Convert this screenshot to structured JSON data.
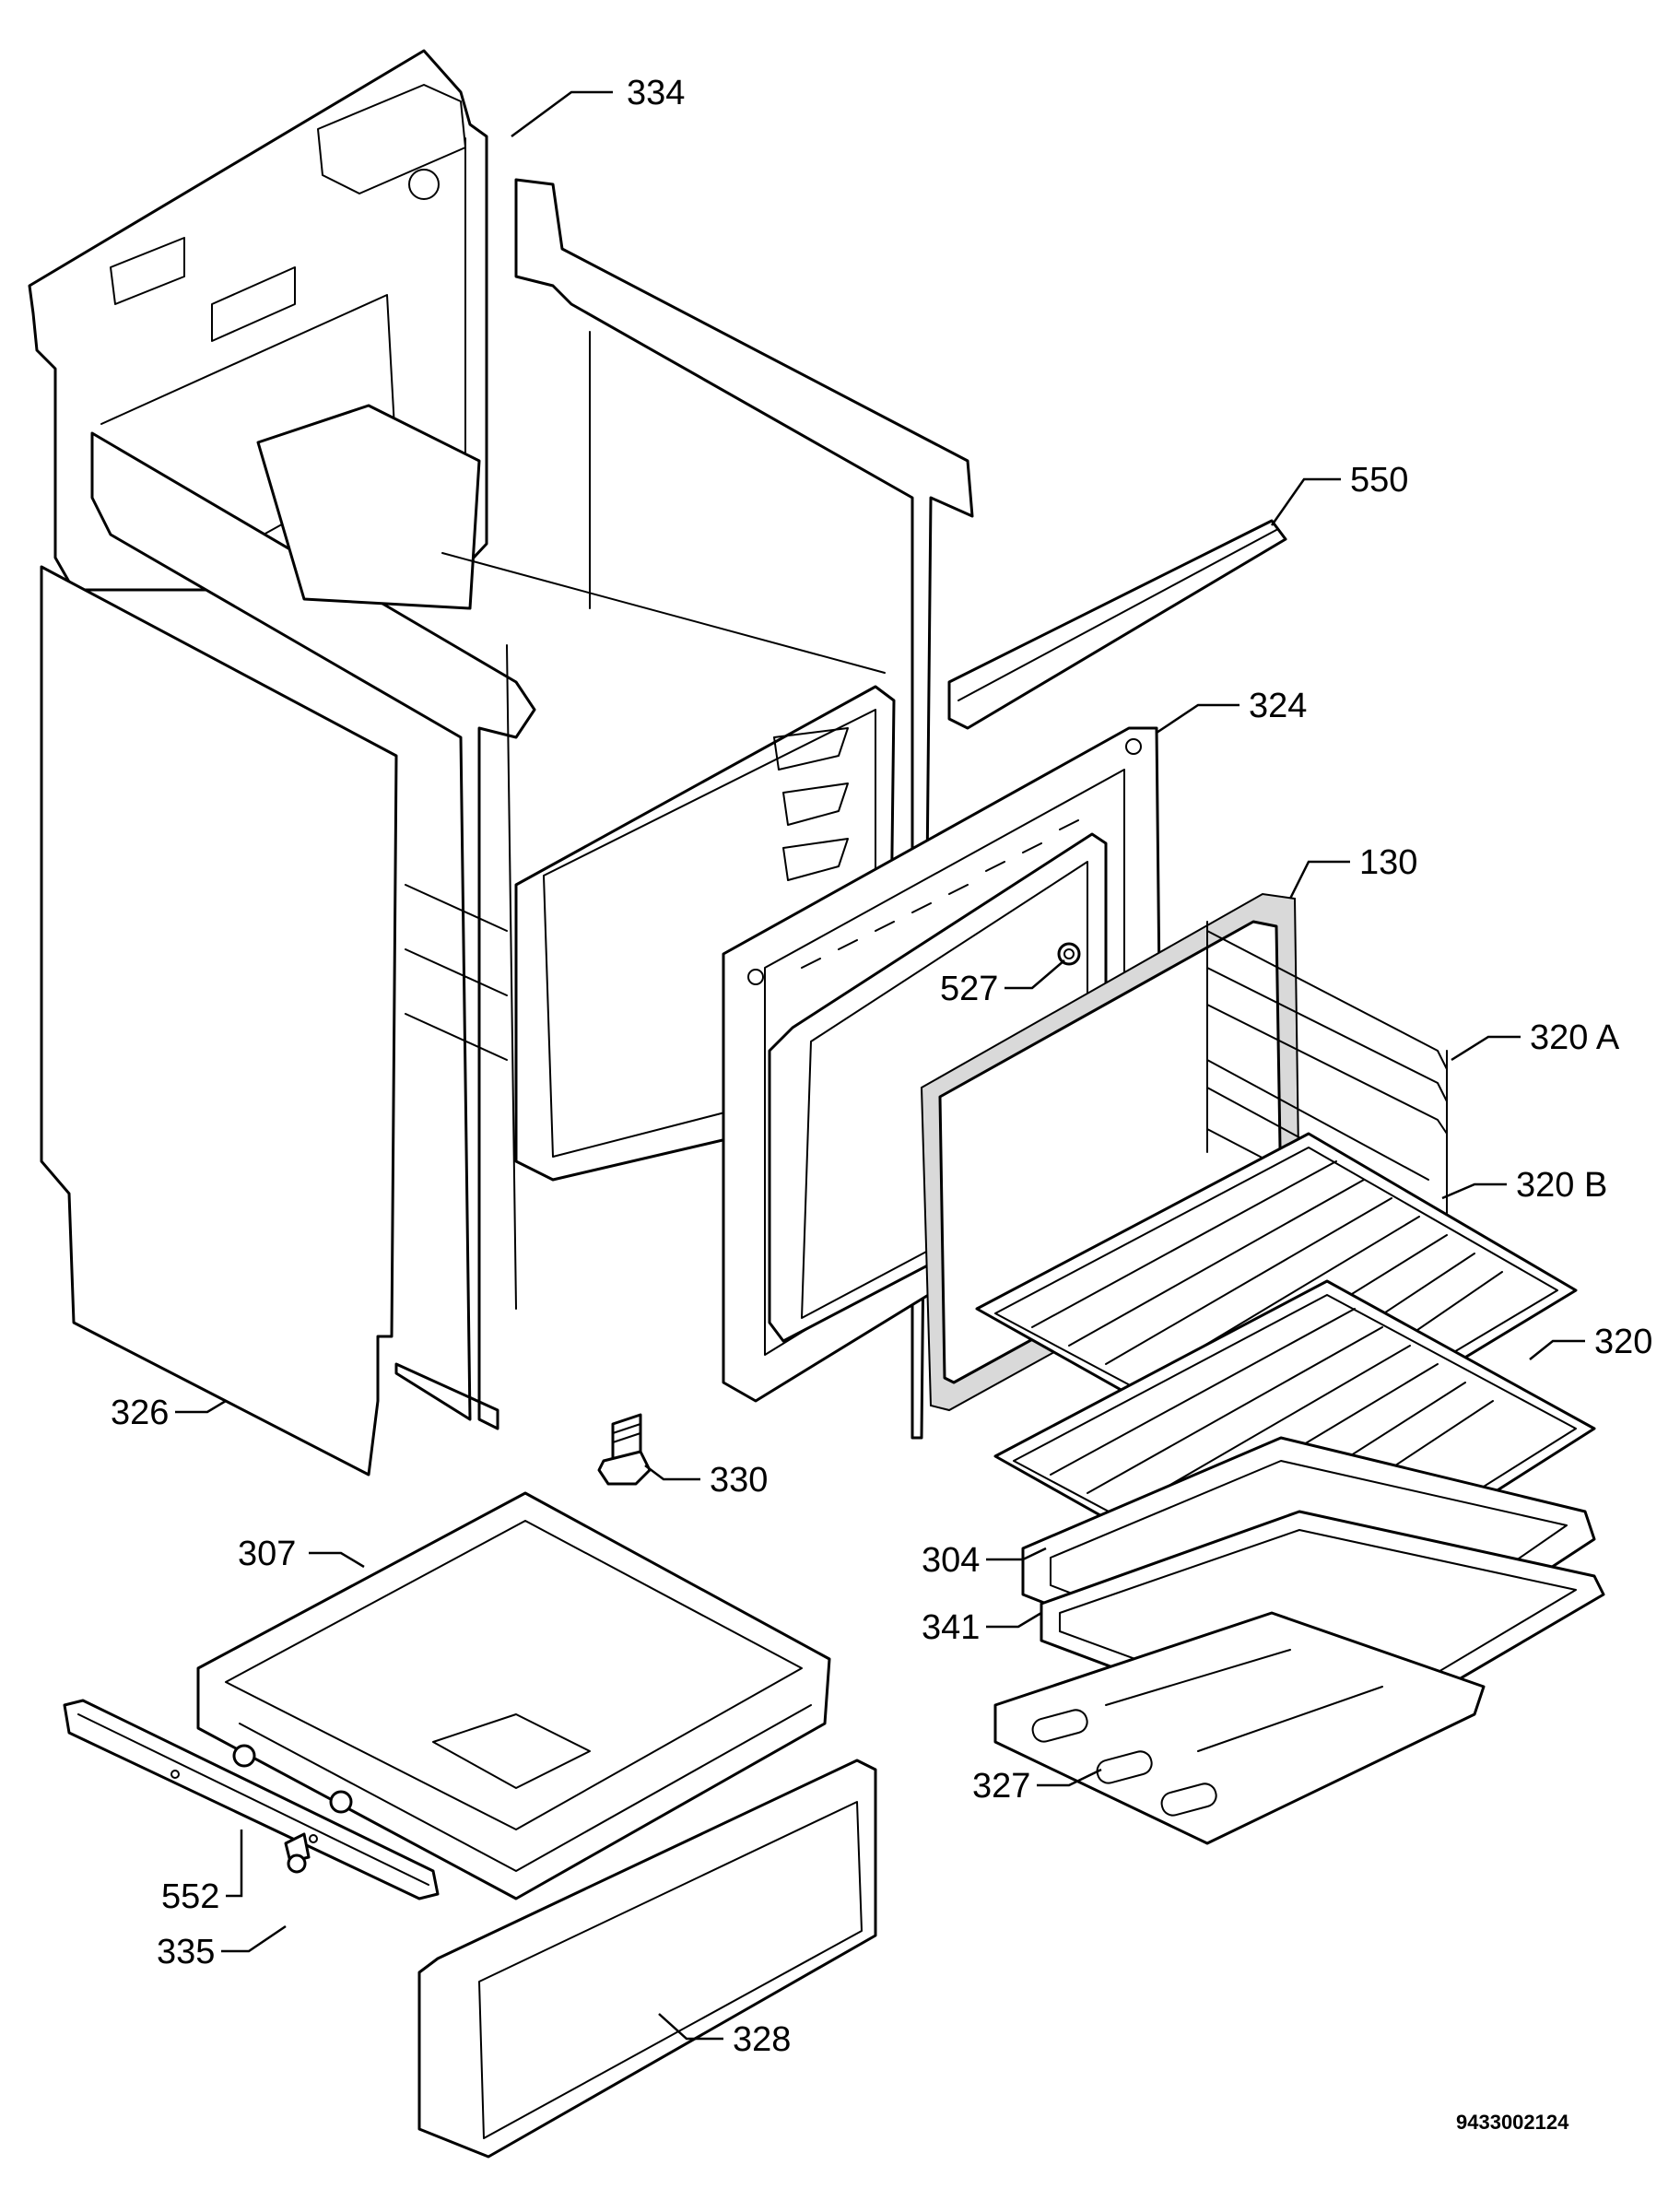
{
  "diagram": {
    "labels": {
      "l334": "334",
      "l550": "550",
      "l324": "324",
      "l130": "130",
      "l527": "527",
      "l320a": "320 A",
      "l320b": "320 B",
      "l320": "320",
      "l326": "326",
      "l330": "330",
      "l307": "307",
      "l304": "304",
      "l341": "341",
      "l327": "327",
      "l552": "552",
      "l335": "335",
      "l328": "328"
    },
    "drawing_code": "9433002124"
  }
}
